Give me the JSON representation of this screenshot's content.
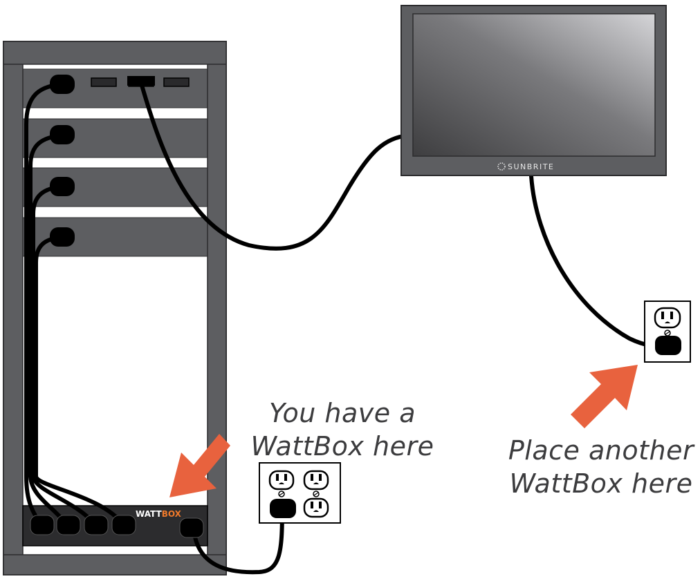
{
  "captions": {
    "current_location": [
      "You have a",
      "WattBox here"
    ],
    "new_location": [
      "Place another",
      "WattBox here"
    ]
  },
  "tv": {
    "brand": "SUNBRITE"
  },
  "power_strip": {
    "logo_w1": "WATT",
    "logo_w2": "BOX"
  },
  "colors": {
    "rack": "#5d5e61",
    "rack_dark": "#4f5053",
    "cable": "#000000",
    "arrow": "#e8623e",
    "text": "#3c3c3e",
    "wattbox_accent": "#f07a2b"
  },
  "icons": {
    "arrow": "arrow-icon",
    "outlet": "wall-outlet-icon",
    "plug": "power-plug-icon",
    "hdmi_port": "hdmi-port-icon"
  }
}
